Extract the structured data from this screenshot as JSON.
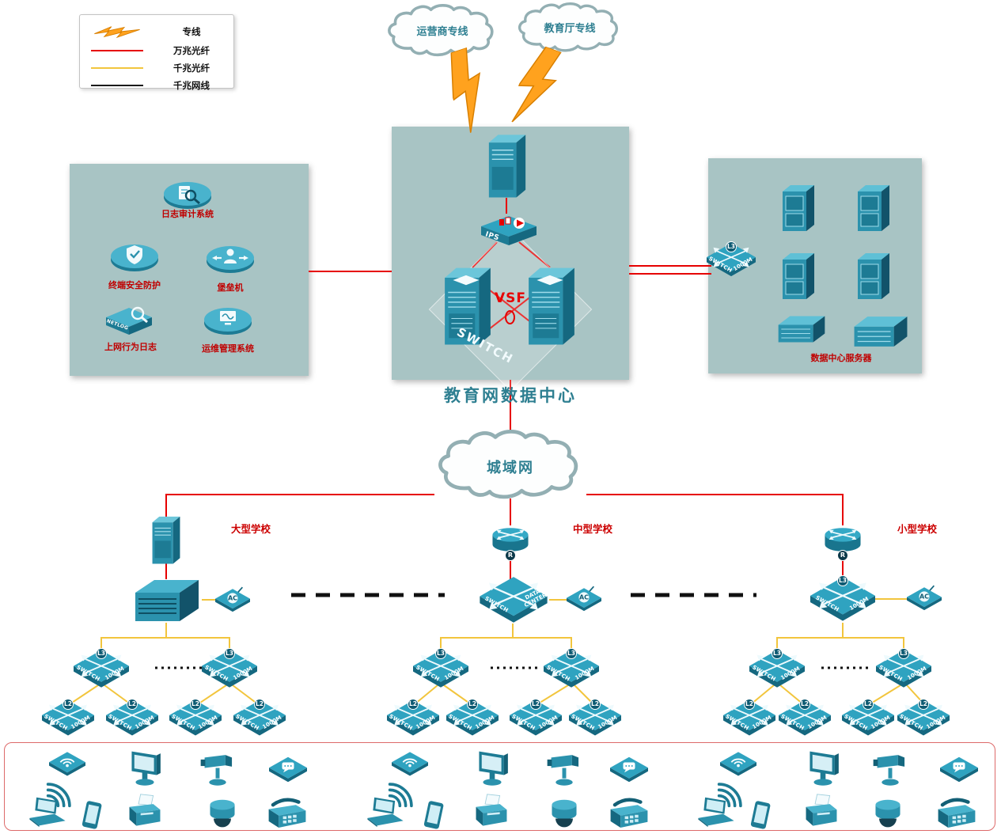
{
  "legend": {
    "items": [
      {
        "label": "专线"
      },
      {
        "label": "万兆光纤",
        "color": "#e60000"
      },
      {
        "label": "千兆光纤",
        "color": "#f2c53d"
      },
      {
        "label": "千兆网线",
        "color": "#1a1a1a"
      }
    ]
  },
  "clouds": {
    "carrier": "运营商专线",
    "education": "教育厅专线",
    "man": "城域网"
  },
  "datacenter": {
    "title": "教育网数据中心",
    "vsf": "VSF",
    "ips": "IPS",
    "switch": "SWITCH"
  },
  "security_zone": {
    "log_audit": "日志审计系统",
    "terminal_security": "终端安全防护",
    "bastion": "堡垒机",
    "netlog_badge": "NETLOG",
    "net_behavior_log": "上网行为日志",
    "ops_mgmt": "运维管理系统"
  },
  "server_zone": {
    "label": "数据中心服务器"
  },
  "schools": {
    "large": "大型学校",
    "medium": "中型学校",
    "small": "小型学校"
  },
  "labels": {
    "switch": "SWITCH",
    "m1000": "1000M",
    "l3": "L3",
    "l2": "L2",
    "ac": "AC",
    "r": "R",
    "data_center": "DATA CENTER"
  },
  "colors": {
    "red_line": "#e60000",
    "yellow_line": "#f2c53d",
    "black_line": "#1a1a1a",
    "device_teal": "#2b92ad",
    "zone_bg": "#a8c4c4"
  }
}
